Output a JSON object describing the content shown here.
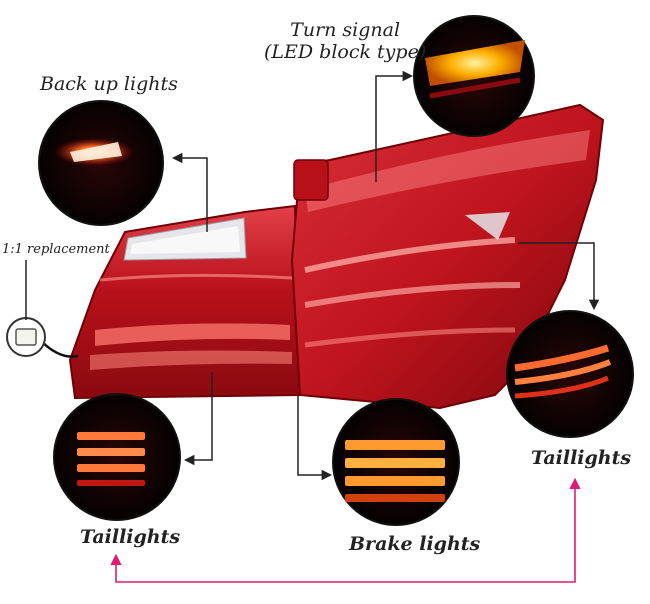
{
  "labels": {
    "back_up_lights": "Back up lights",
    "turn_signal_line1": "Turn signal",
    "turn_signal_line2": "(LED block type)",
    "replacement": "1:1 replacement",
    "taillights_right": "Taillights",
    "taillights_left": "Taillights",
    "brake_lights": "Brake lights"
  },
  "colors": {
    "lamp_red": "#c8141c",
    "lamp_dark": "#6e0006",
    "glow": "#ff5a1e",
    "amber": "#ffb000",
    "arrow": "#222222",
    "accent_arrow": "#e01a78",
    "background": "#ffffff"
  }
}
